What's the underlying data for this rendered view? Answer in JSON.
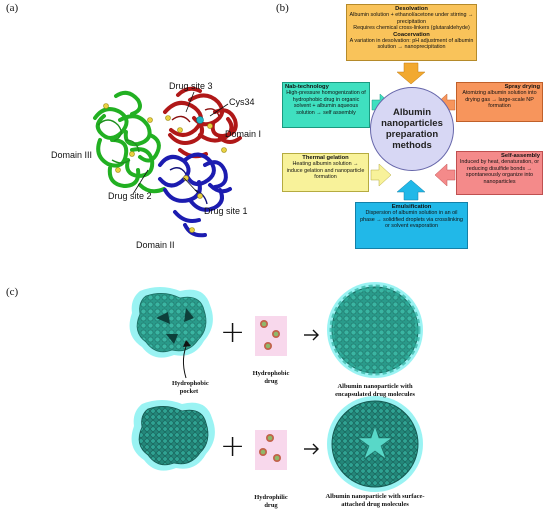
{
  "panel_a": {
    "label": "(a)",
    "labels": {
      "drug_site_3": "Drug site 3",
      "cys34": "Cys34",
      "domain_1": "Domain I",
      "domain_3": "Domain III",
      "drug_site_2": "Drug site 2",
      "drug_site_1": "Drug site 1",
      "domain_2": "Domain II"
    },
    "colors": {
      "domain_1": "#b01818",
      "domain_2": "#1c1cb0",
      "domain_3": "#22b022",
      "site": "#e8d040",
      "cys": "#20b8c8"
    }
  },
  "panel_b": {
    "label": "(b)",
    "center": "Albumin nanoparticles preparation methods",
    "desolvation": {
      "title": "Desolvation",
      "line1": "Albumin solution + ethanol/acetone under stirring → precipitation",
      "line2": "Requires chemical cross-linkers (glutaraldehyde)",
      "title2": "Coacervation",
      "line3": "A variation in desolvation: pH adjustment of albumin solution → nanoprecipitation"
    },
    "nab": {
      "title": "Nab-technology",
      "body": "High-pressure homogenization of hydrophobic drug in organic solvent + albumin aqueous solution → self assembly"
    },
    "spray": {
      "title": "Spray drying",
      "body": "Atomizing albumin solution into drying gas → large-scale NP formation"
    },
    "thermal": {
      "title": "Thermal gelation",
      "body": "Heating albumin solution → induce gelation and nanoparticle formation"
    },
    "self_assembly": {
      "title": "Self-assembly",
      "body": "Induced by heat, denaturation, or reducing disulfide bonds → spontaneously organize into nanoparticles"
    },
    "emulsification": {
      "title": "Emulsification",
      "body": "Dispersion of albumin solution in an oil phase → solidified droplets via crosslinking or solvent evaporation"
    },
    "colors": {
      "desolvation": "#f9c35a",
      "nab": "#3fe0c0",
      "spray": "#f7955c",
      "thermal": "#f8f29a",
      "self_assembly": "#f48a8a",
      "emulsification": "#21b8e8",
      "center": "#d7d7f4"
    }
  },
  "panel_c": {
    "label": "(c)",
    "row1": {
      "pocket": "Hydrophobic pocket",
      "drug": "Hydrophobic drug",
      "product": "Albumin nanoparticle with encapsulated drug molecules"
    },
    "row2": {
      "drug": "Hydrophilic drug",
      "product": "Albumin nanoparticle with surface-attached drug molecules"
    },
    "colors": {
      "protein": "#2a9a8a",
      "halo": "#8ff2f2",
      "drug_bg": "#f8d8ec"
    }
  }
}
